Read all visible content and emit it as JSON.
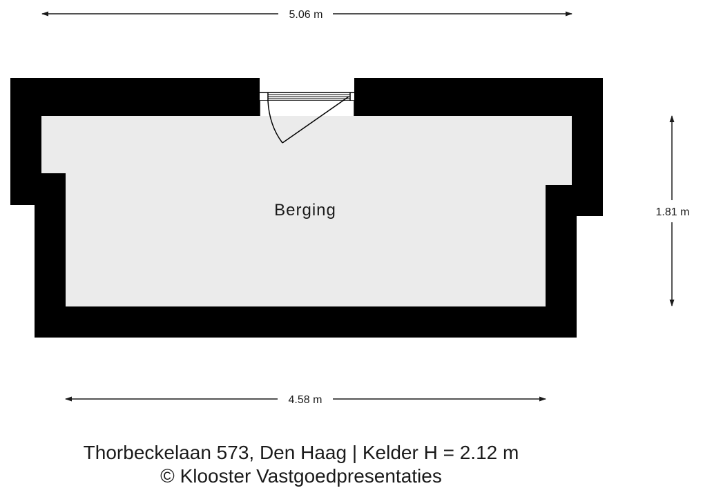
{
  "plan": {
    "room_name": "Berging",
    "dimensions": {
      "top_width": "5.06 m",
      "bottom_width": "4.58 m",
      "right_depth": "1.81 m"
    }
  },
  "caption": {
    "line1": "Thorbeckelaan 573, Den Haag | Kelder H = 2.12 m",
    "line2": "© Klooster Vastgoedpresentaties"
  },
  "colors": {
    "wall": "#000000",
    "floor": "#ebebeb",
    "lines": "#1a1a1a",
    "background": "#ffffff"
  }
}
